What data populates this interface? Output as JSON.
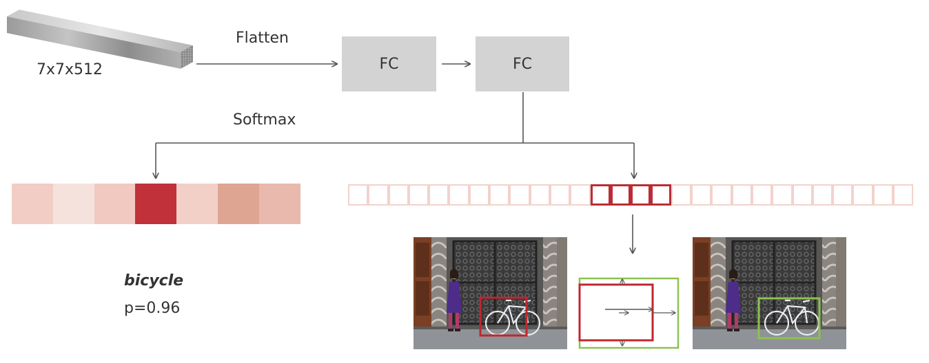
{
  "feature_map": {
    "label": "7x7x512"
  },
  "flow_labels": {
    "flatten": "Flatten",
    "softmax": "Softmax"
  },
  "fc_layers": [
    "FC",
    "FC"
  ],
  "class_scores": {
    "cell_colors": [
      "#f1cdc5",
      "#f5e2dc",
      "#f1c9c0",
      "#c0313a",
      "#f2cfc7",
      "#dfa593",
      "#e9b9ad"
    ],
    "highlight_index": 3
  },
  "box_regression": {
    "cell_count": 28,
    "highlight_indices": [
      12,
      13,
      14,
      15
    ],
    "cell_border_color": "#f3d2cc",
    "highlight_color": "#b92d36"
  },
  "prediction": {
    "class_name": "bicycle",
    "probability_text": "p=0.96"
  },
  "colors": {
    "fc_fill": "#d3d3d3",
    "arrow": "#555555",
    "proposal_box": "#c0262d",
    "refined_box": "#8cc152"
  }
}
